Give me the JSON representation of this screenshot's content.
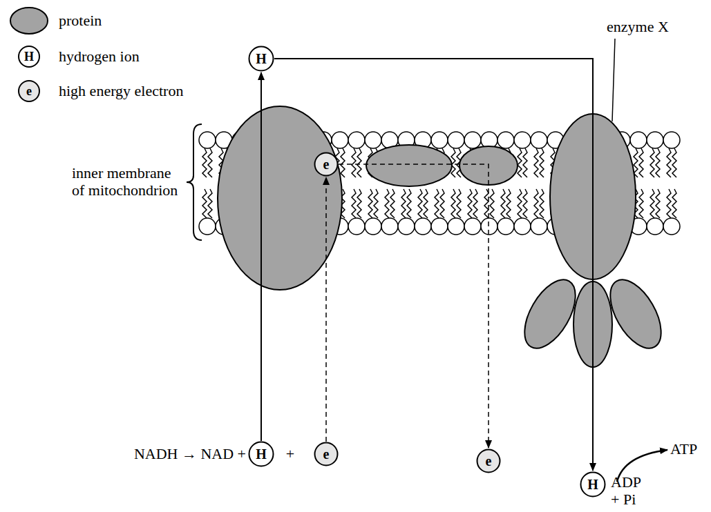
{
  "diagram": {
    "nodes": [
      {
        "text": [
          "H"
        ]
      },
      {
        "text": [
          "e"
        ]
      },
      {
        "text": [
          "H"
        ]
      },
      {
        "text": [
          "e"
        ]
      },
      {
        "text": [
          "e"
        ]
      },
      {
        "text": [
          "H"
        ]
      }
    ],
    "edges": [
      {
        "from": 2,
        "to": 0,
        "arrow": "to"
      },
      {
        "from": 3,
        "to": 1,
        "arrow": "to"
      },
      {
        "from": 1,
        "to": 4,
        "arrow": "to"
      },
      {
        "from": 0,
        "to": 5,
        "arrow": "to"
      }
    ],
    "labels": [
      "H",
      "e",
      "enzyme X",
      "inner membrane of mitochondrion",
      "NADH → NAD +",
      "+",
      "ATP",
      "ADP + Pi"
    ],
    "legend": [
      {
        "text": "protein"
      },
      {
        "text": "hydrogen ion"
      },
      {
        "text": "high energy electron"
      }
    ]
  }
}
